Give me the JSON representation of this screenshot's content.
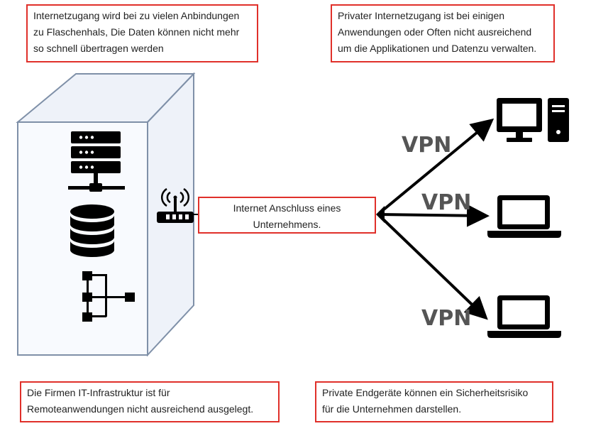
{
  "notes": {
    "top_left": [
      "Internetzugang wird bei zu vielen Anbindungen",
      "zu Flaschenhals, Die Daten können nicht mehr",
      "so schnell übertragen werden"
    ],
    "top_right": [
      "Privater Internetzugang ist bei einigen",
      "Anwendungen oder Often nicht ausreichend",
      "um die Applikationen und Datenzu verwalten."
    ],
    "center": [
      "Internet Anschluss eines",
      "Unternehmens."
    ],
    "bottom_left": [
      "Die Firmen IT-Infrastruktur ist für",
      "Remoteanwendungen nicht ausreichend  ausgelegt."
    ],
    "bottom_right": [
      "Private Endgeräte können ein Sicherheitsrisiko",
      "für die Unternehmen darstellen."
    ]
  },
  "labels": {
    "vpn_1": "VPN",
    "vpn_2": "VPN",
    "vpn_3": "VPN"
  },
  "colors": {
    "note_border": "#e0302a",
    "building_border": "#7f90a8",
    "building_front": "#f8fafe",
    "building_side": "#eef2f9",
    "icon": "#000000"
  },
  "icons": [
    "server-rack-icon",
    "database-icon",
    "network-hierarchy-icon",
    "wifi-router-icon",
    "desktop-computer-icon",
    "laptop-icon"
  ]
}
